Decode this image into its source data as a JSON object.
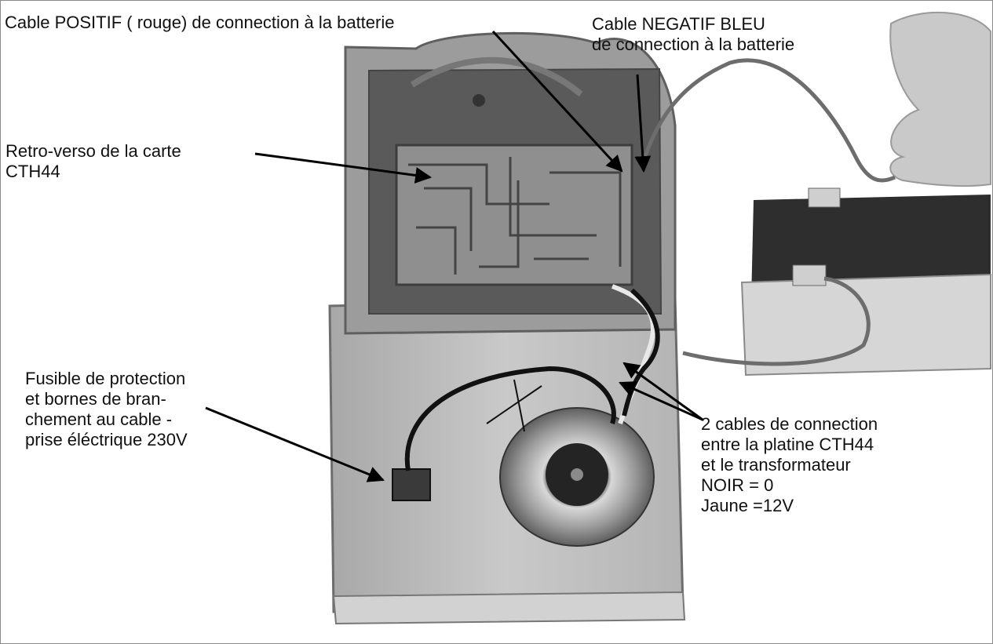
{
  "labels": {
    "positive_cable": "Cable POSITIF ( rouge)  de  connection à la batterie",
    "negative_cable": [
      "Cable NEGATIF  BLEU",
      "de  connection à la batterie"
    ],
    "board": [
      "Retro-verso de la carte",
      "CTH44"
    ],
    "fuse": [
      "Fusible de protection",
      "et bornes de bran-",
      "chement au cable -",
      "prise éléctrique 230V"
    ],
    "cables": [
      "2 cables de connection",
      "entre la platine CTH44",
      "et le transformateur",
      "NOIR = 0",
      "Jaune =12V"
    ]
  },
  "colors": {
    "background": "#ffffff",
    "text": "#111111",
    "frame": "#8a8a8a"
  }
}
